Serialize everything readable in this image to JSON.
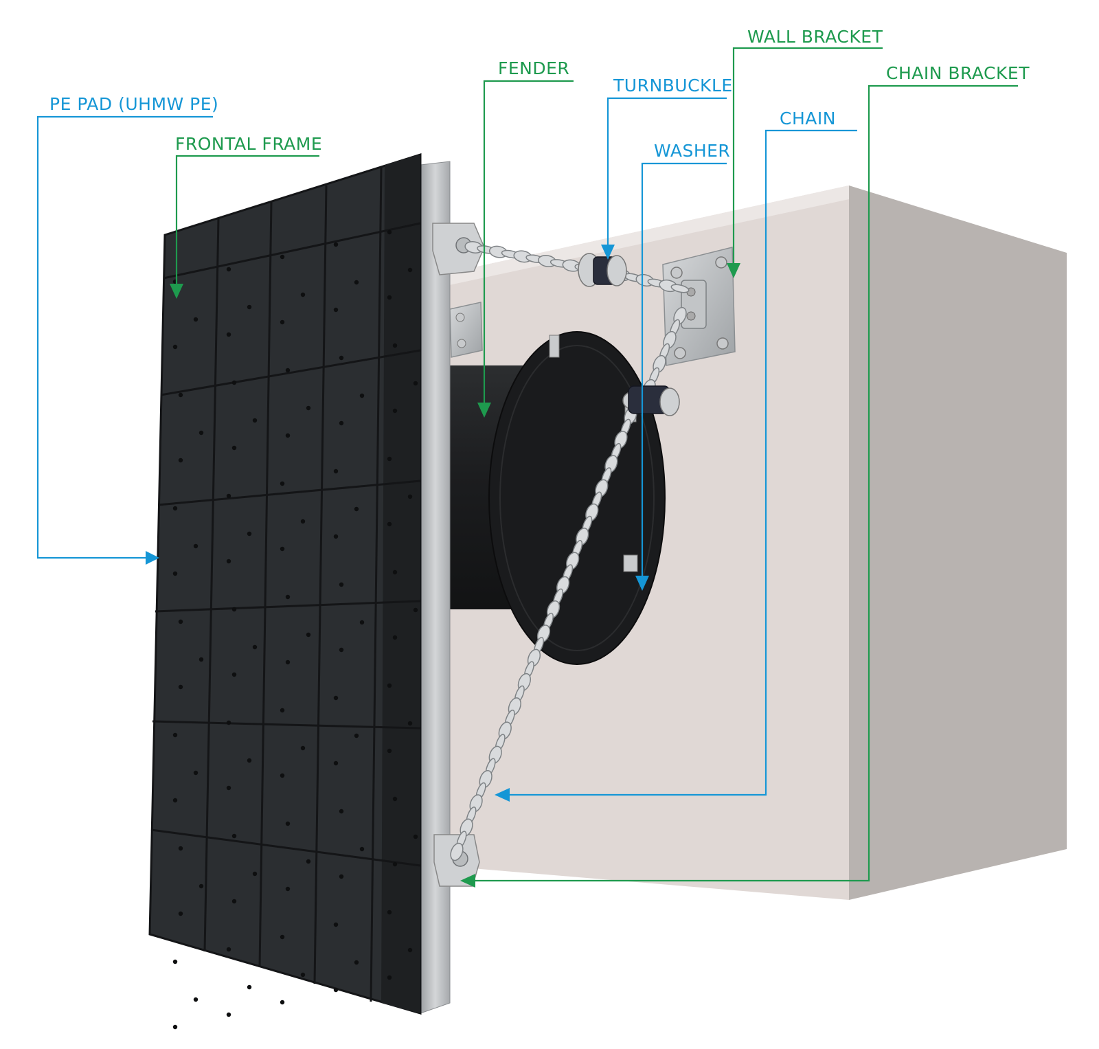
{
  "colors": {
    "green": "#1e9a4e",
    "blue": "#1596d6",
    "pad": "#2a2d30",
    "pad_edge": "#16181a",
    "steel": "#b9bcbf",
    "wall_front": "#e0d8d5",
    "wall_side": "#b8b3b0",
    "wall_top": "#eeeae8"
  },
  "labels": {
    "pe_pad": "PE PAD (UHMW PE)",
    "frontal_frame": "FRONTAL FRAME",
    "fender": "FENDER",
    "turnbuckle": "TURNBUCKLE",
    "washer": "WASHER",
    "wall_bracket": "WALL BRACKET",
    "chain_bracket": "CHAIN BRACKET",
    "chain": "CHAIN"
  }
}
